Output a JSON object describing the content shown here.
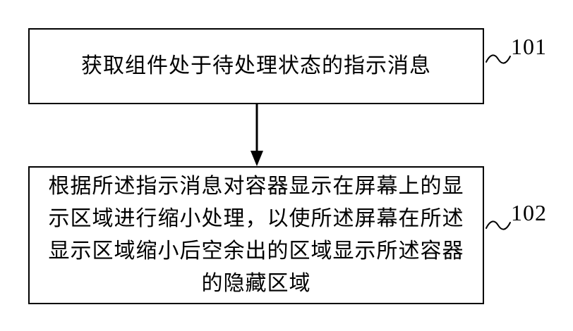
{
  "diagram": {
    "type": "flowchart",
    "background": "#ffffff",
    "line_color": "#000000",
    "steps": [
      {
        "id": "101",
        "text": "获取组件处于待处理状态的指示消息"
      },
      {
        "id": "102",
        "text": "根据所述指示消息对容器显示在屏幕上的显示区域进行缩小处理，以使所述屏幕在所述显示区域缩小后空余出的区域显示所述容器的隐藏区域"
      }
    ],
    "connections": [
      {
        "from": "101",
        "to": "102",
        "style": "arrow-down"
      }
    ]
  }
}
